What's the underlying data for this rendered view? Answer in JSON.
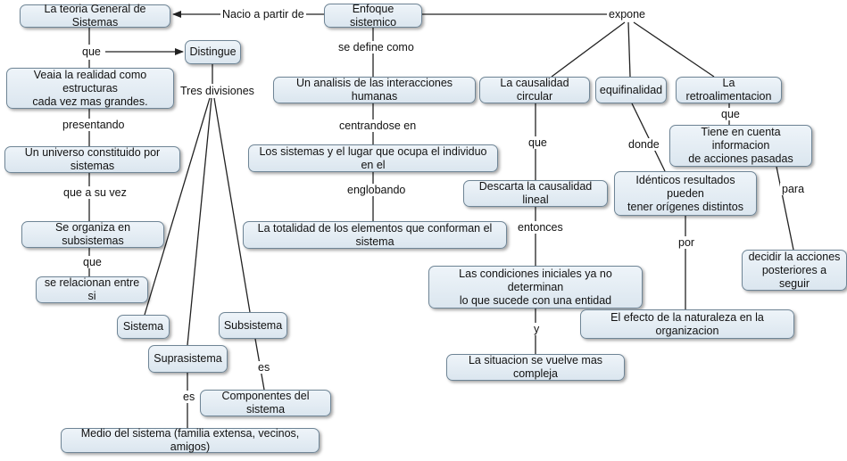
{
  "nodes": {
    "teoria": "La teoria General de Sistemas",
    "enfoque": "Enfoque sistemico",
    "distingue": "Distingue",
    "veaia": "Veaia la realidad como estructuras\ncada vez mas grandes.",
    "universo": "Un universo constituido por sistemas",
    "organiza": "Se organiza en subsistemas",
    "relacionan": "se relacionan entre si",
    "sistema": "Sistema",
    "suprasistema": "Suprasistema",
    "subsistema": "Subsistema",
    "componentes": "Componentes del sistema",
    "medio": "Medio del sistema (familia extensa, vecinos, amigos)",
    "analisis": "Un analisis de las interacciones humanas",
    "lugar": "Los sistemas y el lugar que ocupa el individuo en el",
    "totalidad": "La totalidad de los elementos que conforman el sistema",
    "causalidad": "La causalidad circular",
    "equifinalidad": "equifinalidad",
    "retro": "La retroalimentacion",
    "descarta": "Descarta la causalidad lineal",
    "condiciones": "Las condiciones iniciales ya no determinan\nlo que sucede con una entidad",
    "situacion": "La situacion se vuelve mas compleja",
    "identicos": "Idénticos resultados pueden\ntener orígenes distintos",
    "efecto": "El efecto de la naturaleza en la organizacion",
    "tiene": "Tiene en cuenta informacion\nde acciones pasadas",
    "decidir": "decidir la acciones\nposteriores a seguir"
  },
  "links": {
    "nacio": "Nacio a partir de",
    "expone": "expone",
    "que1": "que",
    "tres": "Tres divisiones",
    "presentando": "presentando",
    "quesuvez": "que a su vez",
    "que2": "que",
    "es1": "es",
    "es2": "es",
    "define": "se define como",
    "centrandose": "centrandose en",
    "englobando": "englobando",
    "que3": "que",
    "entonces": "entonces",
    "y": "y",
    "donde": "donde",
    "por": "por",
    "que4": "que",
    "para": "para"
  },
  "colors": {
    "node_fill_top": "#eef4f9",
    "node_fill_bottom": "#dbe6ef",
    "node_border": "#6f8596",
    "line": "#222222"
  }
}
